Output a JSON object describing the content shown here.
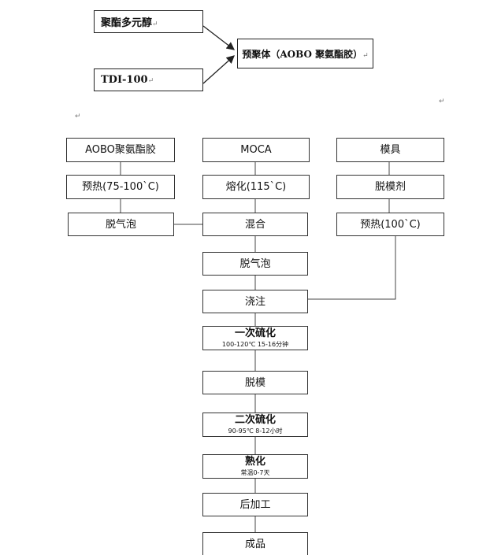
{
  "top_section": {
    "box_polyol": "聚酯多元醇",
    "box_tdi": "TDI-100",
    "box_prepolymer": "预聚体（AOBO 聚氨酯胶）",
    "return_mark": "↵"
  },
  "flow": {
    "col_left": {
      "n1": "AOBO聚氨酯胶",
      "n2": "预热(75-100`C)",
      "n3": "脱气泡"
    },
    "col_mid": {
      "n1": "MOCA",
      "n2": "熔化(115`C)",
      "n3": "混合"
    },
    "col_right": {
      "n1": "模具",
      "n2": "脱模剂",
      "n3": "预热(100`C)"
    },
    "chain": {
      "degas": "脱气泡",
      "pour": "浇注",
      "cure1": "一次硫化",
      "cure1_detail": "100-120℃   15-16分钟",
      "demold": "脱模",
      "cure2": "二次硫化",
      "cure2_detail": "90-95℃      8-12小时",
      "ripen": "熟化",
      "ripen_detail": "常温0-7天",
      "postprocess": "后加工",
      "product": "成品"
    }
  }
}
